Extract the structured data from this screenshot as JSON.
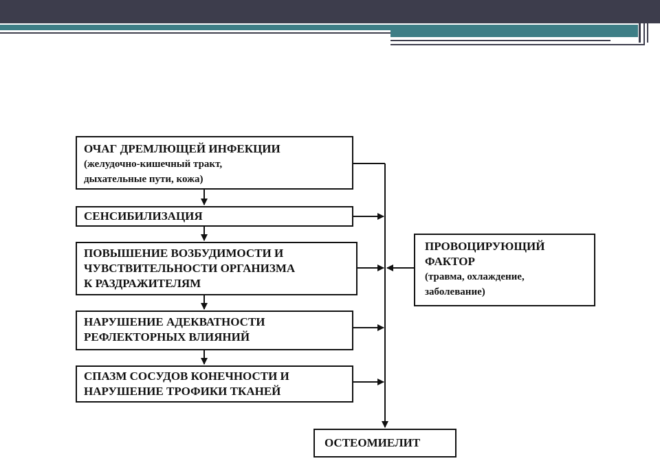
{
  "diagram": {
    "nodes": {
      "focus": {
        "line1": "ОЧАГ ДРЕМЛЮЩЕЙ ИНФЕКЦИИ",
        "line2": "(желудочно-кишечный тракт,",
        "line3": " дыхательные пути, кожа)"
      },
      "sensitization": {
        "line1": "СЕНСИБИЛИЗАЦИЯ"
      },
      "excitability": {
        "line1": "ПОВЫШЕНИЕ ВОЗБУДИМОСТИ И",
        "line2": "ЧУВСТВИТЕЛЬНОСТИ ОРГАНИЗМА",
        "line3": "К РАЗДРАЖИТЕЛЯМ"
      },
      "adequacy": {
        "line1": "НАРУШЕНИЕ АДЕКВАТНОСТИ",
        "line2": "РЕФЛЕКТОРНЫХ ВЛИЯНИЙ"
      },
      "spasm": {
        "line1": "СПАЗМ СОСУДОВ КОНЕЧНОСТИ И",
        "line2": "НАРУШЕНИЕ ТРОФИКИ ТКАНЕЙ"
      },
      "provoking": {
        "line1": "ПРОВОЦИРУЮЩИЙ",
        "line2": "ФАКТОР",
        "line3": "(травма, охлаждение,",
        "line4": " заболевание)"
      },
      "osteomyelitis": {
        "line1": "ОСТЕОМИЕЛИТ"
      }
    }
  }
}
